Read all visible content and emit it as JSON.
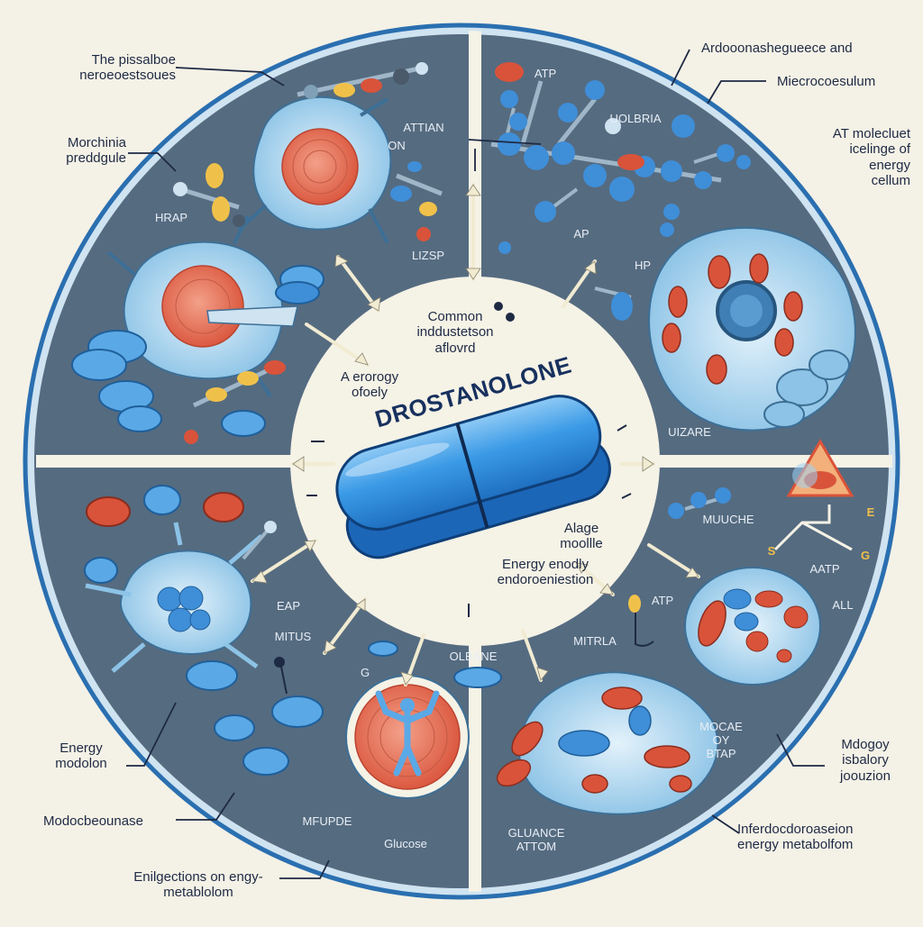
{
  "center_pill": {
    "label": "DROSTANOLONE"
  },
  "center_labels": {
    "top": "Common\ninddustetson\naflovrd",
    "left": "A erorogy\nofoely",
    "right": "Alage\nmoollle",
    "bottom": "Energy enodly\nendoroeniestion"
  },
  "outer_labels": {
    "top_left_1": "The pissalboe\nneroeoestsoues",
    "top_left_2": "Morchinia\npreddgule",
    "top_right_1": "Ardooonashegueece and",
    "top_right_2": "Miecrocoesulum",
    "top_right_3": "AT molecluet\nicelinge of\nenergy\ncellum",
    "bottom_left_1": "Energy\nmodolon",
    "bottom_left_2": "Modocbeounase",
    "bottom_left_3": "Enilgections on engy-\nmetablolom",
    "bottom_right_1": "Mdogoy\nisbalory\njoouzion",
    "bottom_right_2": "Inferdocdoroaseion\nenergy metabolfom"
  },
  "inner_labels": {
    "q1_attan": "ATTIAN",
    "q1_on": "ON",
    "q1_hrap": "HRAP",
    "q1_lizsp": "LIZSP",
    "q2_atp": "ATP",
    "q2_uolbria": "UOLBRIA",
    "q2_ap": "AP",
    "q2_hp": "HP",
    "q2_uizare": "UIZARE",
    "q3_eap": "EAP",
    "q3_mitus": "MITUS",
    "q3_olbane": "OLBANE",
    "q3_mfupde": "MFUPDE",
    "q3_glucose": "Glucose",
    "q3_g": "G",
    "q4_muuche": "MUUCHE",
    "q4_aatp": "AATP",
    "q4_all": "ALL",
    "q4_atp": "ATP",
    "q4_mitrla": "MITRLA",
    "q4_mocae": "MOCAE\nOY\nBTAP",
    "q4_gluance": "GLUANCE\nATTOM",
    "q4_e": "E",
    "q4_s": "S",
    "q4_gs": "G"
  },
  "colors": {
    "background": "#f4f1e6",
    "disc": "#556b80",
    "disc_border": "#2a6fb0",
    "center": "#f5f2e6",
    "pill": "#2f8de0",
    "pill_light": "#6bb8f2",
    "cell": "#b9dcf2",
    "nucleus": "#e8705a",
    "pill_red": "#d9533a",
    "pill_blue": "#5aa9e6",
    "arrow": "#f1ebd2",
    "line": "#1e2a44"
  },
  "icons": [
    "neuron-cell-icon",
    "molecule-chain-icon",
    "pill-tablet-icon",
    "mitochondria-cell-icon",
    "muscle-figure-icon",
    "warning-crystal-icon"
  ]
}
